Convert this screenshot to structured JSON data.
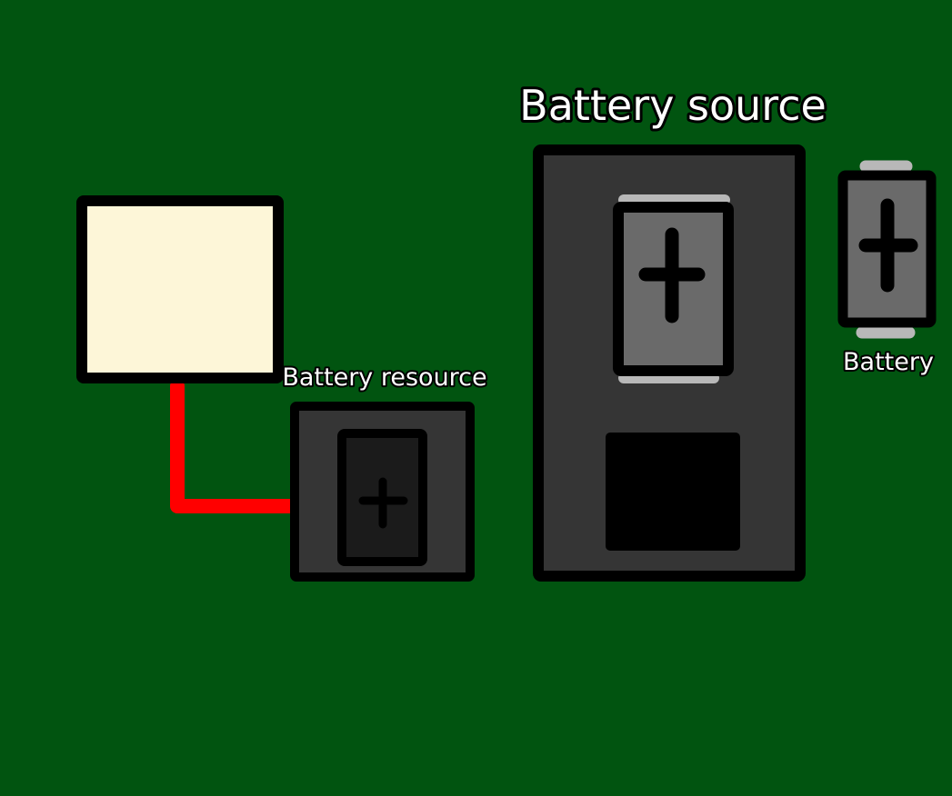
{
  "scene": {
    "background_color": "#015410",
    "labels": {
      "battery_source": "Battery source",
      "battery_resource": "Battery resource",
      "battery": "Battery"
    },
    "colors": {
      "wire": "#ff0000",
      "panel_fill": "#fdf6d8",
      "machine_body": "#353535",
      "battery_body": "#6a6a6a",
      "battery_slot": "#1b1b1b",
      "battery_terminal": "#b8b8b8",
      "outline": "#000000",
      "label_text": "#ffffff"
    },
    "objects": [
      {
        "name": "consumer-panel",
        "kind": "panel"
      },
      {
        "name": "battery-resource-node",
        "kind": "resource-node",
        "label_key": "battery_resource"
      },
      {
        "name": "battery-source-machine",
        "kind": "source-machine",
        "label_key": "battery_source"
      },
      {
        "name": "battery-item",
        "kind": "item",
        "icon": "battery-icon",
        "label_key": "battery"
      },
      {
        "name": "power-wire",
        "kind": "wire",
        "connects": [
          "consumer-panel",
          "battery-resource-node"
        ]
      }
    ]
  }
}
